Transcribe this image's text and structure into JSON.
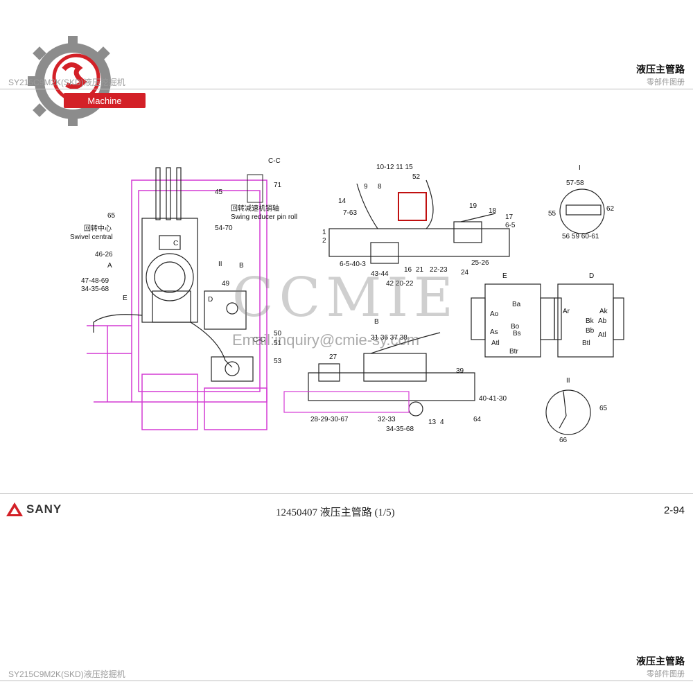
{
  "header": {
    "model": "SY215C9M2K(SKD)液压挖掘机",
    "title": "液压主管路",
    "subtitle": "零部件图册"
  },
  "logo": {
    "text": "Machine",
    "color": "#d32027"
  },
  "drawing": {
    "section_cc": "C-C",
    "swing_pin_cn": "回转减速机销轴",
    "swing_pin_en": "Swing reducer pin roll",
    "swivel_cn": "回转中心",
    "swivel_en": "Swivel central",
    "detail_I": "I",
    "detail_II": "II",
    "view_A": "A",
    "view_B": "B",
    "view_C": "C",
    "view_D": "D",
    "view_E": "E",
    "plan_labels": [
      "45",
      "71",
      "65",
      "54-70",
      "46-26",
      "47-48-69",
      "34-35-68",
      "49",
      "50",
      "51",
      "53"
    ],
    "viewA_labels": [
      "10-12 11 15",
      "52",
      "9",
      "8",
      "14",
      "7-63",
      "19",
      "18",
      "17",
      "6-5",
      "1",
      "2",
      "6-5-40-3",
      "43-44",
      "42 20-22",
      "16",
      "21",
      "22-23",
      "24",
      "25-26"
    ],
    "viewB_labels": [
      "27",
      "31 36 37 38",
      "39",
      "40-41-30",
      "64",
      "28-29-30-67",
      "32-33",
      "34-35-68",
      "13",
      "4"
    ],
    "detailI_labels": [
      "57-58",
      "55",
      "62",
      "56 59 60-61"
    ],
    "detailII_labels": [
      "65",
      "66"
    ],
    "valveE_ports": [
      "Ba",
      "Ao",
      "Bo",
      "As",
      "Bs",
      "Atl",
      "Btr"
    ],
    "valveD_ports": [
      "Ar",
      "Ak",
      "Bk",
      "Ab",
      "Bb",
      "Atl",
      "Btl"
    ]
  },
  "watermark": {
    "text": "CCMIE",
    "email": "Email:inquiry@cmie-sy.com"
  },
  "footer": {
    "brand": "SANY",
    "code": "12450407  液压主管路  (1/5)",
    "page": "2-94"
  },
  "bottom": {
    "model": "SY215C9M2K(SKD)液压挖掘机",
    "title": "液压主管路",
    "subtitle": "零部件图册"
  }
}
